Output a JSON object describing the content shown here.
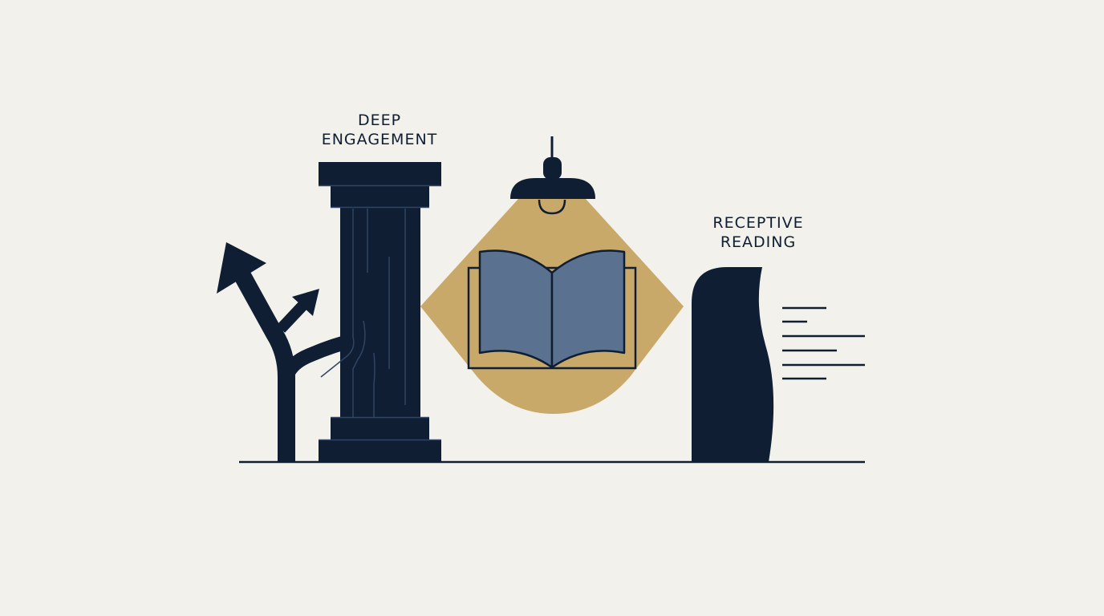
{
  "labels": {
    "deep_engagement": [
      "DEEP",
      "ENGAGEMENT"
    ],
    "receptive_reading": [
      "RECEPTIVE",
      "READING"
    ]
  },
  "colors": {
    "background": "#f3f1ec",
    "navy": "#0f1e33",
    "gold": "#c9a96a",
    "book_blue": "#5a7190"
  },
  "icons": [
    "branching-arrow-icon",
    "pillar-icon",
    "pendant-lamp-icon",
    "open-book-icon",
    "headstone-silhouette-icon",
    "motion-lines-icon"
  ]
}
